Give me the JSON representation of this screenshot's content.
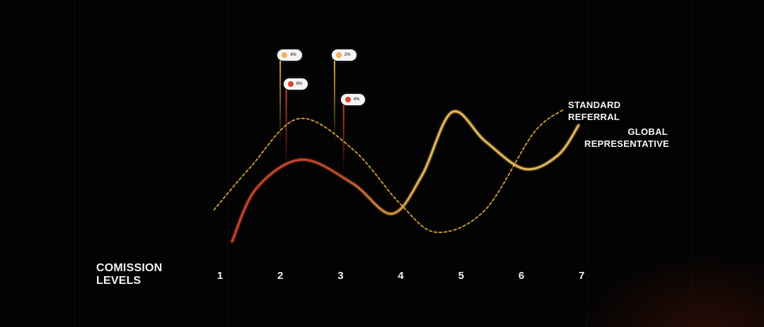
{
  "colors": {
    "background": "#030303",
    "standard_referral": "#d9a440",
    "global_representative_upper": "#e2b454",
    "global_representative_lower": "#c8412b",
    "badge_yellow": "#e8b84a",
    "badge_red": "#d8432a",
    "badge_bg": "#f4f4f4"
  },
  "axis": {
    "title_lines": [
      "COMISSION",
      "LEVELS"
    ]
  },
  "legend": {
    "standard_referral_lines": [
      "STANDARD",
      "REFERRAL"
    ],
    "global_representative_lines": [
      "GLOBAL",
      "REPRESENTATIVE"
    ]
  },
  "chart_data": {
    "type": "line",
    "xlabel": "COMISSION LEVELS",
    "x": [
      1,
      2,
      3,
      4,
      5,
      6,
      7
    ],
    "xlim": [
      0.9,
      7.0
    ],
    "ylim": [
      0,
      1
    ],
    "grid": false,
    "yaxis_visible": false,
    "series": [
      {
        "name": "STANDARD REFERRAL",
        "style": "dashed",
        "color": "#d9a440",
        "points": [
          {
            "x": 0.9,
            "y": 0.24
          },
          {
            "x": 1.5,
            "y": 0.56
          },
          {
            "x": 2.3,
            "y": 0.93
          },
          {
            "x": 3.2,
            "y": 0.7
          },
          {
            "x": 4.0,
            "y": 0.28
          },
          {
            "x": 4.6,
            "y": 0.07
          },
          {
            "x": 5.4,
            "y": 0.24
          },
          {
            "x": 6.2,
            "y": 0.82
          },
          {
            "x": 6.7,
            "y": 1.0
          }
        ]
      },
      {
        "name": "GLOBAL REPRESENTATIVE",
        "style": "solid",
        "color": "#e2b454",
        "points": [
          {
            "x": 1.2,
            "y": 0.0
          },
          {
            "x": 1.6,
            "y": 0.4
          },
          {
            "x": 2.35,
            "y": 0.62
          },
          {
            "x": 3.2,
            "y": 0.44
          },
          {
            "x": 3.85,
            "y": 0.21
          },
          {
            "x": 4.35,
            "y": 0.5
          },
          {
            "x": 4.85,
            "y": 0.98
          },
          {
            "x": 5.4,
            "y": 0.76
          },
          {
            "x": 6.05,
            "y": 0.55
          },
          {
            "x": 6.6,
            "y": 0.65
          },
          {
            "x": 6.95,
            "y": 0.88
          }
        ]
      }
    ],
    "annotations": [
      {
        "x": 2.0,
        "color": "yellow",
        "text": "4%"
      },
      {
        "x": 2.1,
        "color": "red",
        "text": "6%"
      },
      {
        "x": 2.9,
        "color": "yellow",
        "text": "2%"
      },
      {
        "x": 3.05,
        "color": "red",
        "text": "4%"
      }
    ]
  }
}
